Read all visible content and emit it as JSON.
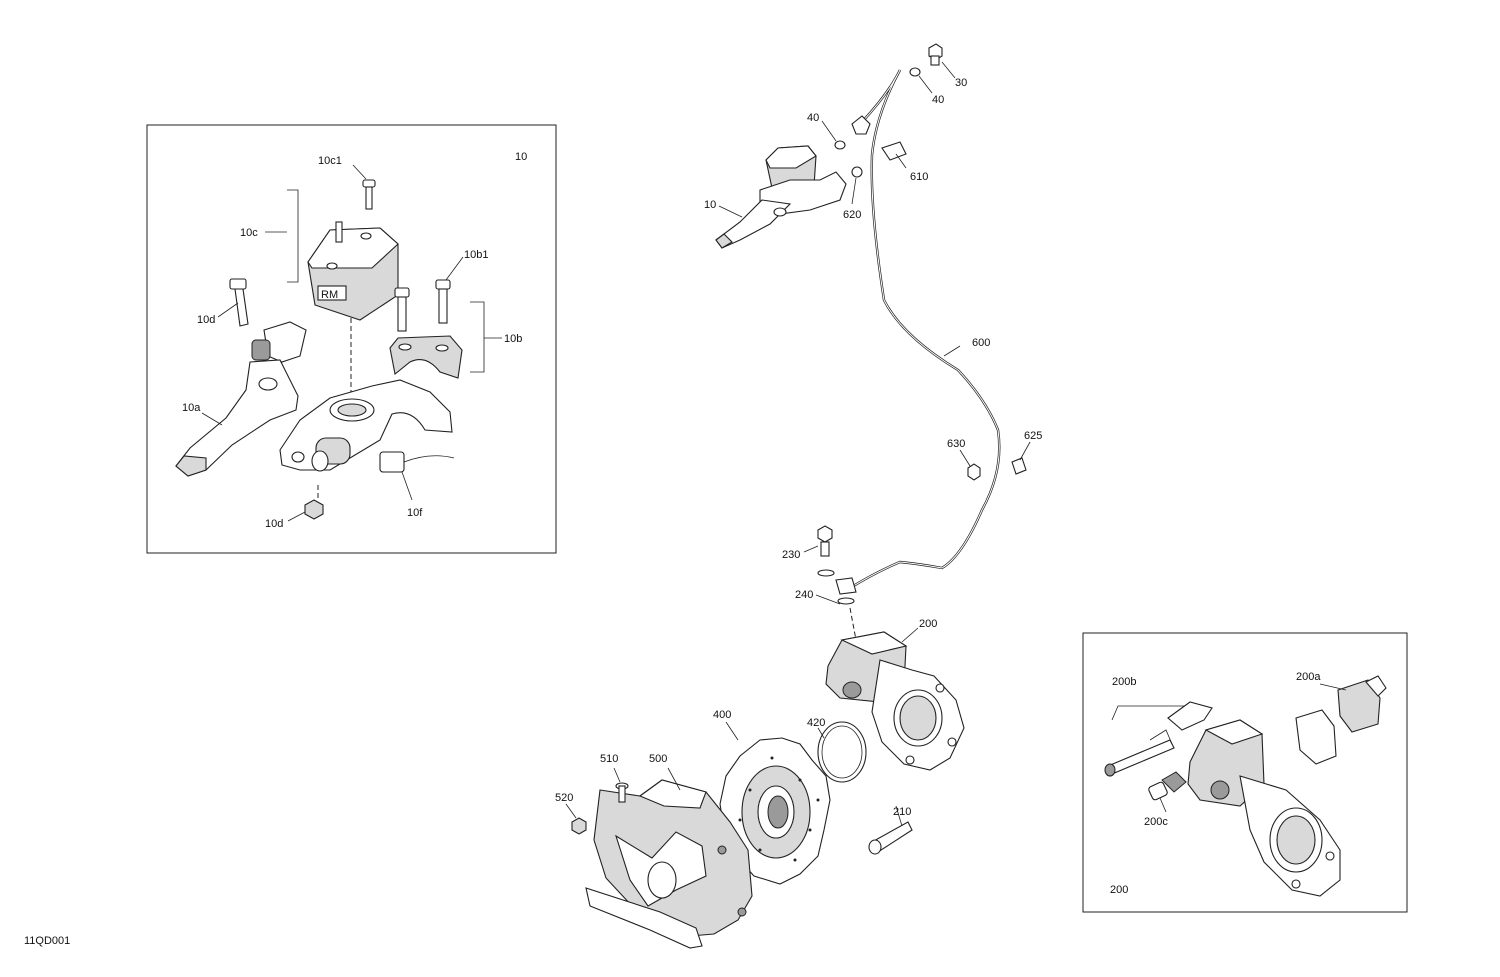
{
  "figure_id": "11QD001",
  "insets": {
    "master_cylinder": {
      "label": "10"
    },
    "caliper": {
      "label": "200"
    }
  },
  "callouts": {
    "c30": "30",
    "c40a": "40",
    "c40b": "40",
    "c610": "610",
    "c620": "620",
    "c10": "10",
    "c600": "600",
    "c630": "630",
    "c625": "625",
    "c230": "230",
    "c240": "240",
    "c200": "200",
    "c400": "400",
    "c420": "420",
    "c510": "510",
    "c500": "500",
    "c520": "520",
    "c210": "210",
    "c10c1": "10c1",
    "c10c": "10c",
    "c10b1": "10b1",
    "c10d_top": "10d",
    "c10b": "10b",
    "c10a": "10a",
    "c10d_bottom": "10d",
    "c10f": "10f",
    "c200b": "200b",
    "c200a": "200a",
    "c200c": "200c"
  },
  "logo": "RM"
}
